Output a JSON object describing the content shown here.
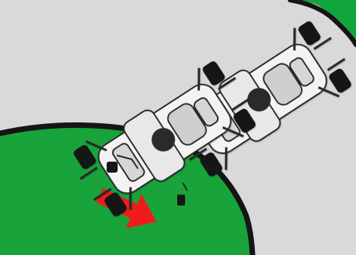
{
  "scene": {
    "kind": "kart racing track overhead diagram",
    "colors": {
      "track": "#d9d9d9",
      "infield_grass": "#18a43a",
      "outer_grass": "#11a63d",
      "curb": "#151515",
      "arrow": "#f11b1b",
      "kart_body": "#f3f3f3",
      "kart_outline": "#2b2b2b",
      "tire": "#161616"
    }
  },
  "elements": {
    "direction_arrow": {
      "icon": "right-down-arrow-icon",
      "color": "#f11b1b"
    },
    "karts": [
      {
        "id": "lead-kart"
      },
      {
        "id": "trailing-kart"
      }
    ]
  }
}
